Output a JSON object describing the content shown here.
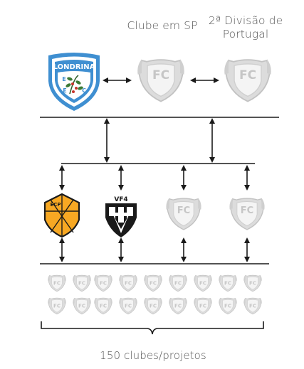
{
  "labels": {
    "sp_club": "Clube em SP",
    "portugal_club": "2ª Divisão de Portugal",
    "bottom": "150 clubes/projetos"
  },
  "badges": {
    "placeholder_text": "FC",
    "londrina_name": "LONDRINA",
    "londrina_letter_e1": "E",
    "londrina_letter_c": "C",
    "londrina_letter_e2": "E",
    "orange_initials": "ECP",
    "vf_name": "VF4"
  },
  "colors": {
    "placeholder_fill": "#dcdcdc",
    "placeholder_stroke": "#c2c2c2",
    "londrina_blue": "#3f8fd1",
    "orange": "#f7a823",
    "line": "#1a1a1a"
  }
}
